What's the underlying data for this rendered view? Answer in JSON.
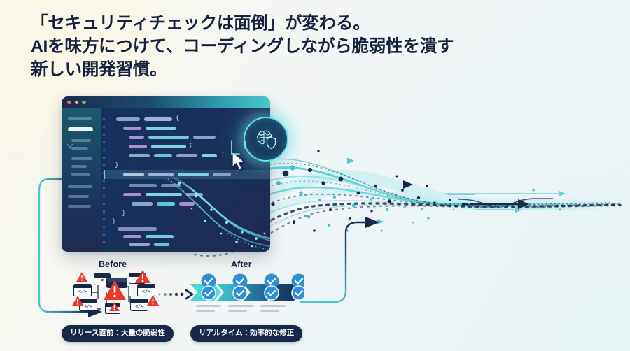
{
  "headline": {
    "text": "「セキュリティチェックは面倒」が変わる。\nAIを味方につけて、コーディングしながら脆弱性を潰す\n新しい開発習慣。",
    "color": "#16213e"
  },
  "editor": {
    "window_dots": [
      "red-dot",
      "yellow-dot",
      "green-dot"
    ],
    "ai_badge_icon": "brain-shield-icon",
    "cursor_icon": "mouse-pointer-icon"
  },
  "comparison": {
    "before": {
      "heading": "Before",
      "pill_label": "リリース直前：大量の脆弱性",
      "warning_icon": "warning-triangle-icon",
      "code_glyph": "</>"
    },
    "after": {
      "heading": "After",
      "pill_label": "リアルタイム：効率的な修正",
      "check_icon": "check-circle-icon",
      "steps": 4
    },
    "transition_icon": "dotted-arrow-icon"
  },
  "colors": {
    "ink": "#16213e",
    "navy": "#17284a",
    "cyan": "#4fd6d8",
    "teal": "#2aa8b5",
    "blue": "#2f8fd6",
    "red": "#e8392c",
    "bg_warm": "#faf6e9",
    "bg_cool": "#e9f3f5"
  }
}
